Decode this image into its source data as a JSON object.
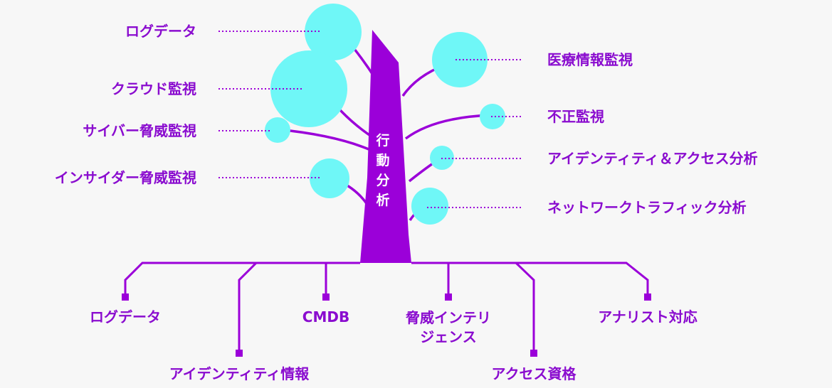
{
  "trunk_label": [
    "行",
    "動",
    "分",
    "析"
  ],
  "left_branches": [
    {
      "label": "ログデータ"
    },
    {
      "label": "クラウド監視"
    },
    {
      "label": "サイバー脅威監視"
    },
    {
      "label": "インサイダー脅威監視"
    }
  ],
  "right_branches": [
    {
      "label": "医療情報監視"
    },
    {
      "label": "不正監視"
    },
    {
      "label": "アイデンティティ＆アクセス分析"
    },
    {
      "label": "ネットワークトラフィック分析"
    }
  ],
  "roots": [
    {
      "label": "ログデータ"
    },
    {
      "label": "アイデンティティ情報"
    },
    {
      "label": "CMDB"
    },
    {
      "label": "脅威インテリ\nジェンス"
    },
    {
      "label": "アクセス資格"
    },
    {
      "label": "アナリスト対応"
    }
  ],
  "colors": {
    "purple": "#9b00d9",
    "leaf": "#6ff7f7",
    "text": "#8a0ccf",
    "background": "#f7f7f7"
  }
}
